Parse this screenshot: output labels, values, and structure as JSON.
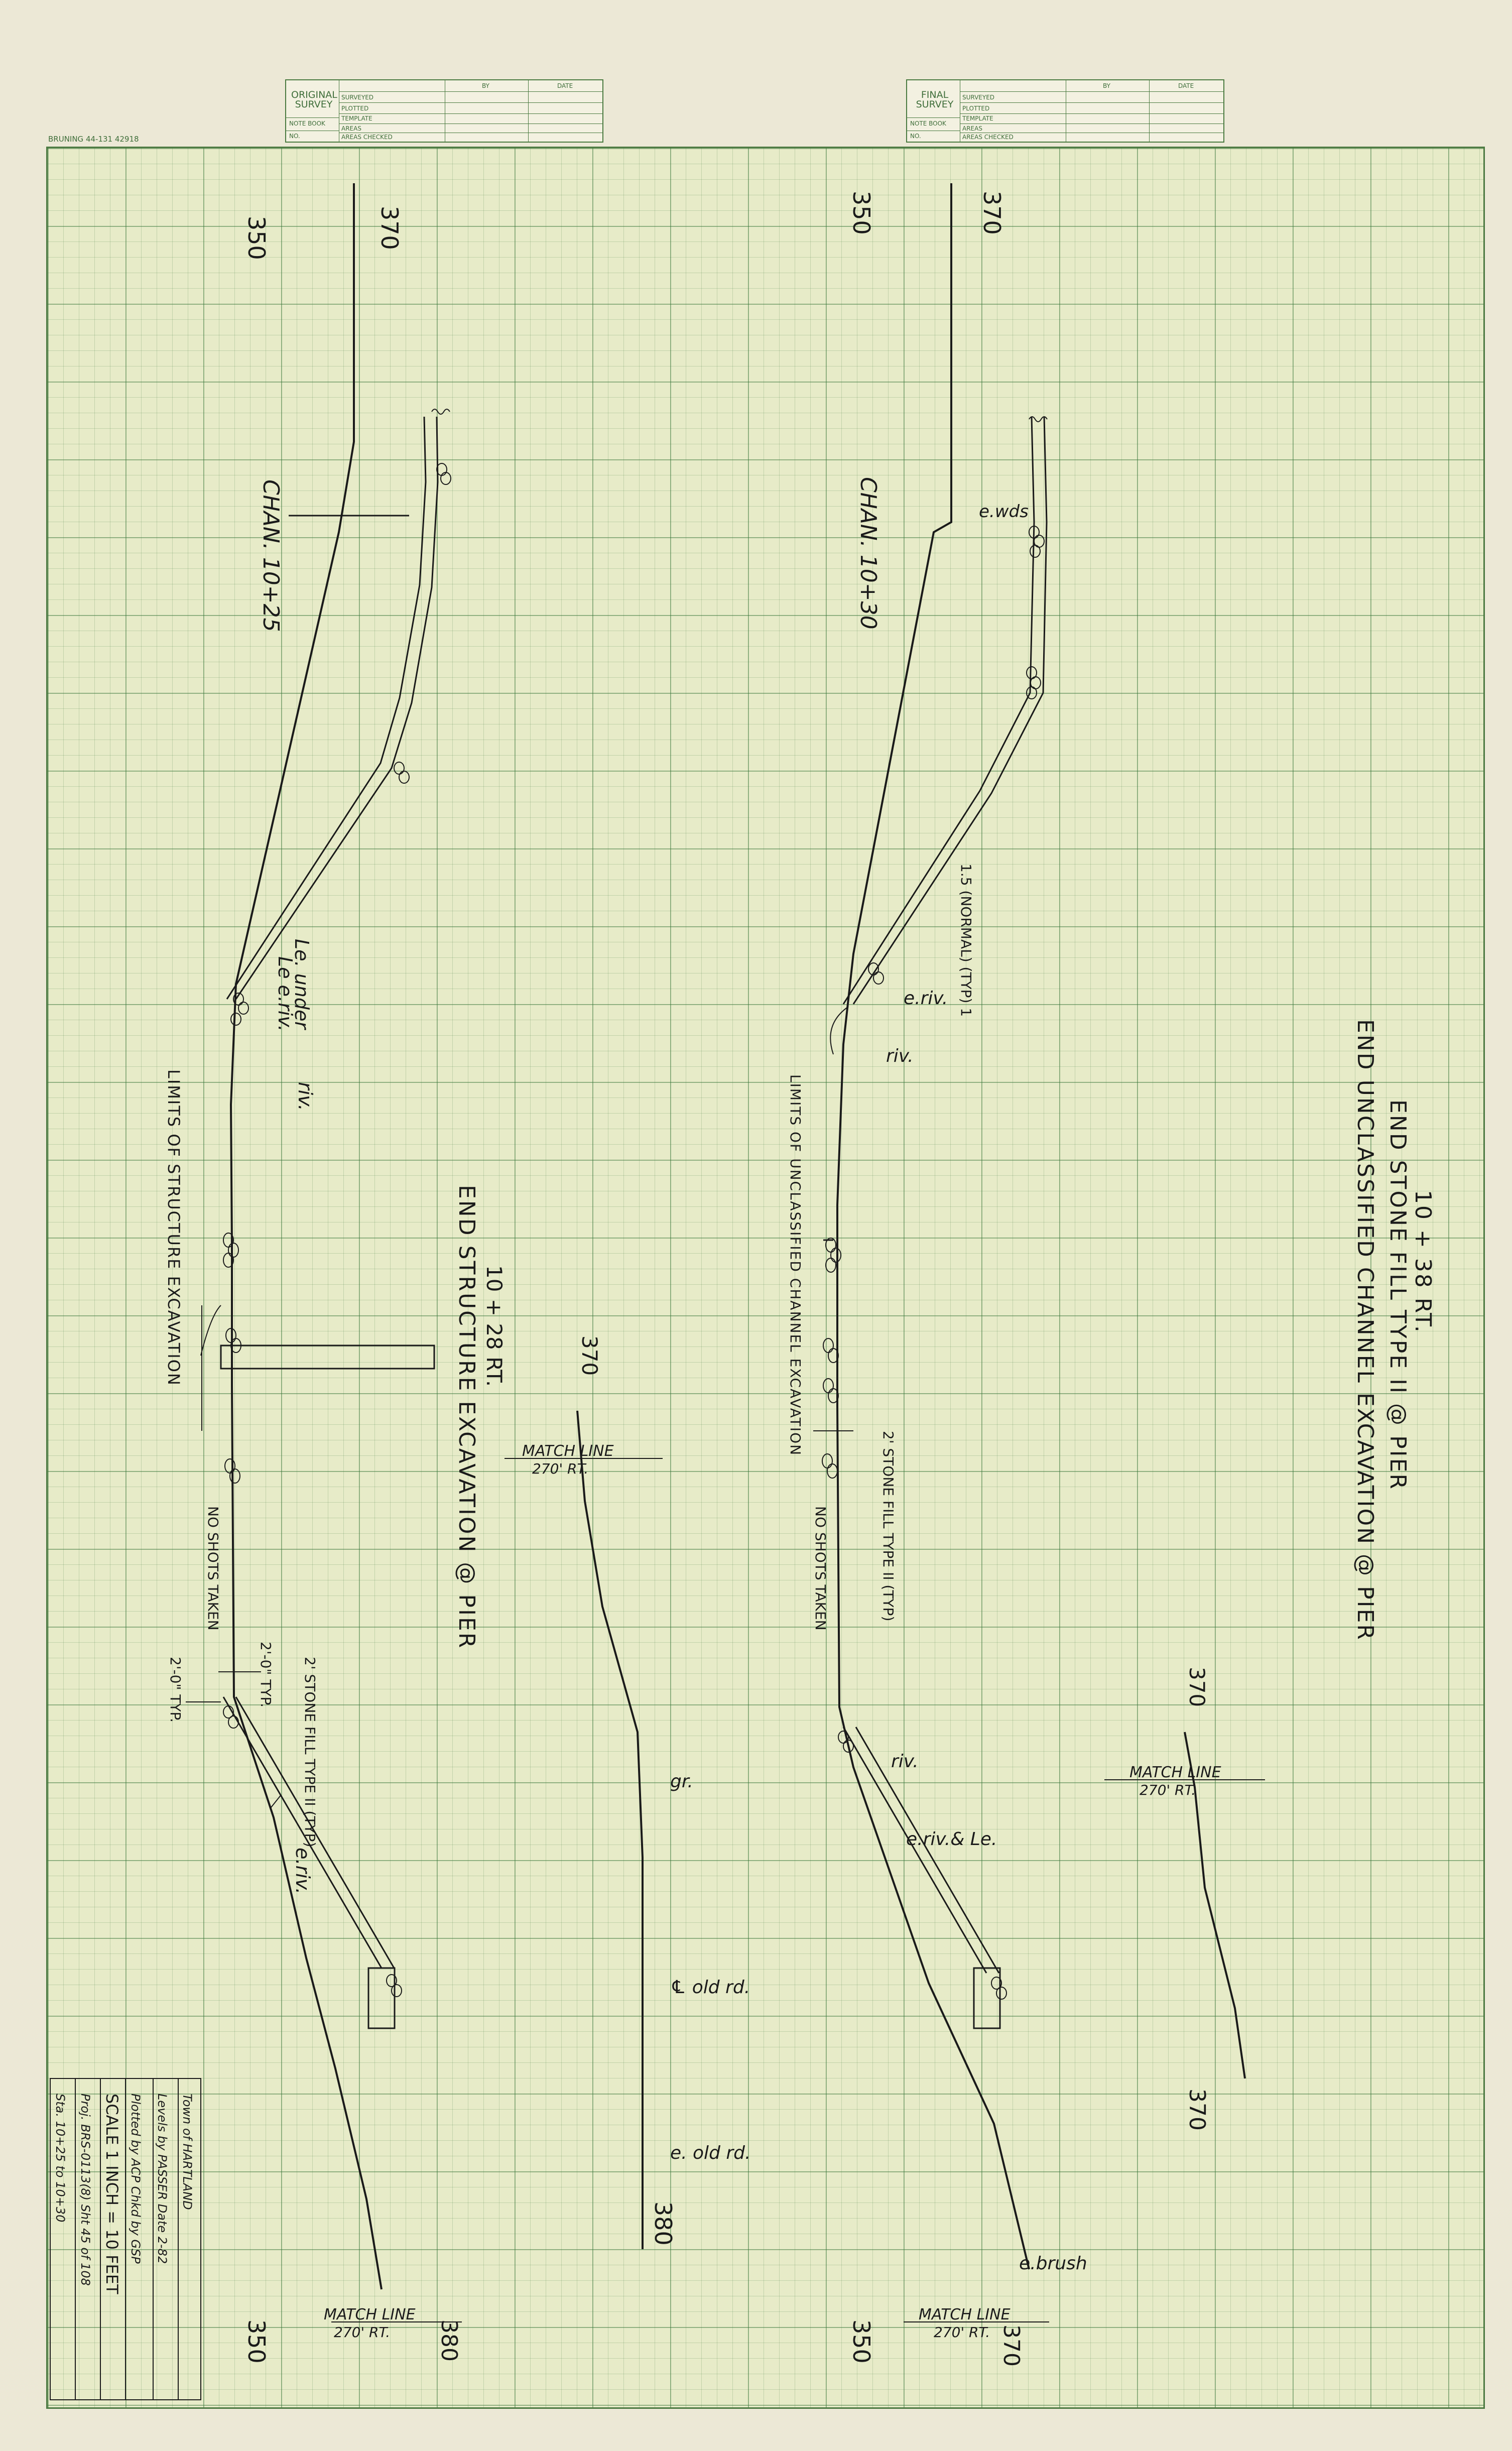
{
  "manufacturer": "BRUNING 44-131 42918",
  "title_blocks": [
    {
      "survey_label": "ORIGINAL SURVEY",
      "rows": [
        "SURVEYED",
        "PLOTTED",
        "TEMPLATE",
        "AREAS",
        "AREAS CHECKED"
      ],
      "side_rows": [
        "NOTE BOOK",
        "NO."
      ],
      "col_by": "BY",
      "col_date": "DATE"
    },
    {
      "survey_label": "FINAL SURVEY",
      "rows": [
        "SURVEYED",
        "PLOTTED",
        "TEMPLATE",
        "AREAS",
        "AREAS CHECKED"
      ],
      "side_rows": [
        "NOTE BOOK",
        "NO."
      ],
      "col_by": "BY",
      "col_date": "DATE"
    }
  ],
  "left_section": {
    "elev_top_350": "350",
    "elev_top_370": "370",
    "chan_label": "CHAN. 10+25",
    "le_under": "Le. under",
    "le_eriv": "Le e.riv.",
    "riv": "riv.",
    "limits": "LIMITS OF STRUCTURE EXCAVATION",
    "station": "10 + 28 RT.",
    "end_label": "END STRUCTURE EXCAVATION @ PIER",
    "no_shots": "NO SHOTS TAKEN",
    "dim_2_0_top": "2'-0\" TYP.",
    "dim_2_0_side": "2'-0\" TYP.",
    "stone_fill": "2' STONE FILL TYPE II (TYP)",
    "e_riv": "e.riv.",
    "elev_bottom_350": "350"
  },
  "middle_section": {
    "elev_370": "370",
    "match_line": "MATCH LINE",
    "match_rt": "270' RT.",
    "gr": "gr.",
    "cl_old_rd": "℄ old rd.",
    "e_old_rd": "e. old rd.",
    "elev_380": "380",
    "match_line_bottom": "MATCH LINE",
    "match_rt_bottom": "270' RT.",
    "elev_bottom_380": "380"
  },
  "right_section": {
    "elev_top_350": "350",
    "elev_top_370": "370",
    "chan_label": "CHAN. 10+30",
    "e_wds": "e.wds",
    "slope": "1.5 (NORMAL) (TYP) 1",
    "e_riv": "e.riv.",
    "riv": "riv.",
    "limits": "LIMITS OF UNCLASSIFIED CHANNEL EXCAVATION",
    "stone_fill": "2' STONE FILL TYPE II (TYP)",
    "no_shots": "NO SHOTS TAKEN",
    "riv2": "riv.",
    "e_riv_le": "e.riv.& Le.",
    "e_brush": "e.brush",
    "elev_bottom_350": "350",
    "elev_bottom_370": "370",
    "match_line_bottom": "MATCH LINE",
    "match_rt_bottom": "270' RT."
  },
  "far_right_section": {
    "station": "10 + 38 RT.",
    "end_line1": "END STONE FILL TYPE II @ PIER",
    "end_line2": "END UNCLASSIFIED CHANNEL EXCAVATION @ PIER",
    "elev_370": "370",
    "match_line": "MATCH LINE",
    "match_rt": "270' RT.",
    "elev_370_bottom": "370"
  },
  "stamp": {
    "town": "Town of HARTLAND",
    "levels": "Levels by PASSER  Date 2-82",
    "plotted": "Plotted by ACP   Chkd by GSP",
    "scale": "SCALE 1 INCH = 10 FEET",
    "project": "Proj. BRS-0113(8) Sht 45 of 108",
    "sta": "Sta. 10+25 to 10+30"
  },
  "colors": {
    "paper": "#ece8d6",
    "grid_fill": "#e7ebc8",
    "grid_line": "#4d7a42",
    "ink": "#1a1a1a"
  }
}
